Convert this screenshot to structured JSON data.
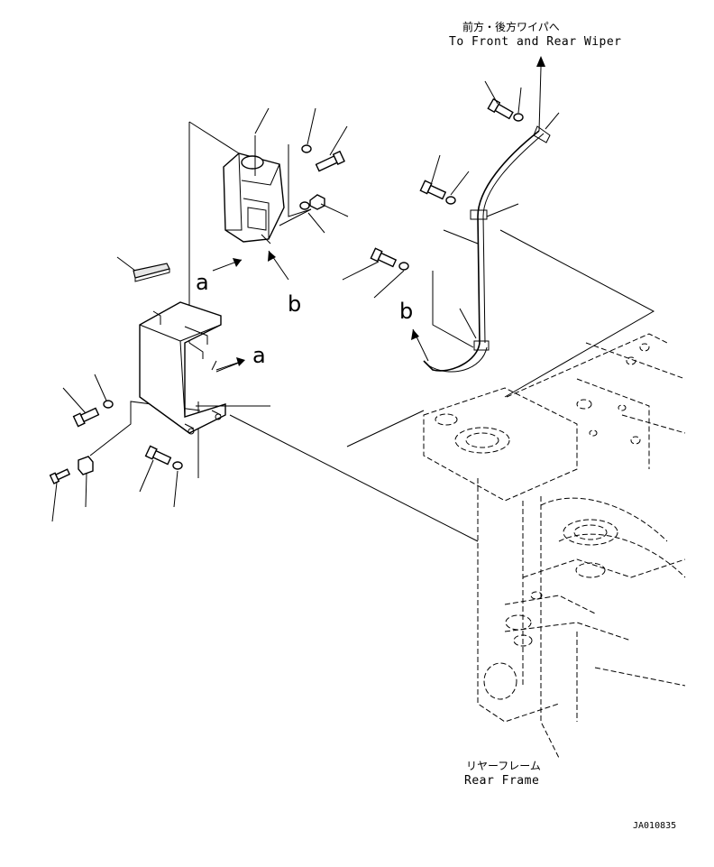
{
  "annotations": {
    "wiper_jp": "前方・後方ワイパへ",
    "wiper_en": "To Front and Rear Wiper",
    "frame_jp": "リヤーフレーム",
    "frame_en": "Rear Frame"
  },
  "view_letters": {
    "a_upper": "a",
    "a_lower": "a",
    "b_upper": "b",
    "b_lower": "b"
  },
  "drawing_code": "JA010835"
}
